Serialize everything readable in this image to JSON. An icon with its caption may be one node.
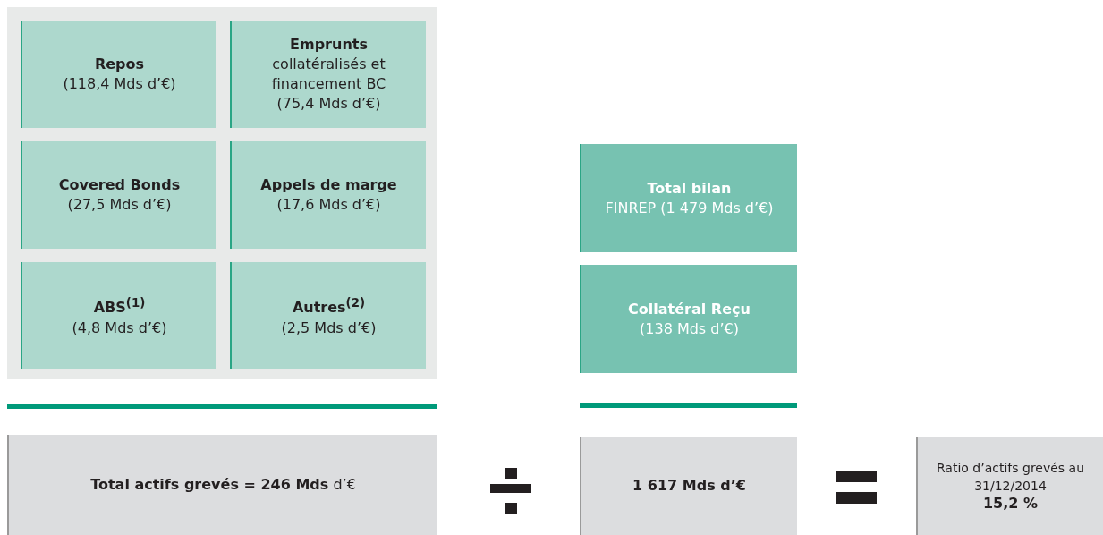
{
  "diagram": {
    "nodes": [
      {
        "text": [],
        "shape": "box"
      },
      {
        "text": [
          "Repos",
          "(118,4 Mds d’€)"
        ],
        "in": 0
      },
      {
        "text": [
          "Emprunts",
          "collatéralisés et financement BC (75,4 Mds d’€)"
        ],
        "in": 0
      },
      {
        "text": [
          "Covered Bonds",
          "(27,5 Mds d’€)"
        ],
        "in": 0
      },
      {
        "text": [
          "Appels de marge",
          "(17,6 Mds d’€)"
        ],
        "in": 0
      },
      {
        "text": [
          "ABS$^{(1)}$",
          "(4,8 Mds d’€)"
        ],
        "in": 0
      },
      {
        "text": [
          "Autres$^{(2)}$",
          "(2,5 Mds d’€)"
        ],
        "in": 0
      },
      {
        "text": [
          "Total bilan",
          "FINREP (1 479 Mds d’€)"
        ]
      },
      {
        "text": [
          "Collatéral Reçu",
          "(138 Mds d’€)"
        ]
      },
      {
        "text": [
          "**Total actifs grevés = 246 Mds** d’€"
        ]
      },
      {
        "text": [
          "1 617 Mds d’€"
        ]
      },
      {
        "text": [
          "Ratio d’actifs grevés au 31/12/2014",
          "15,2 %"
        ]
      }
    ],
    "edges": []
  }
}
